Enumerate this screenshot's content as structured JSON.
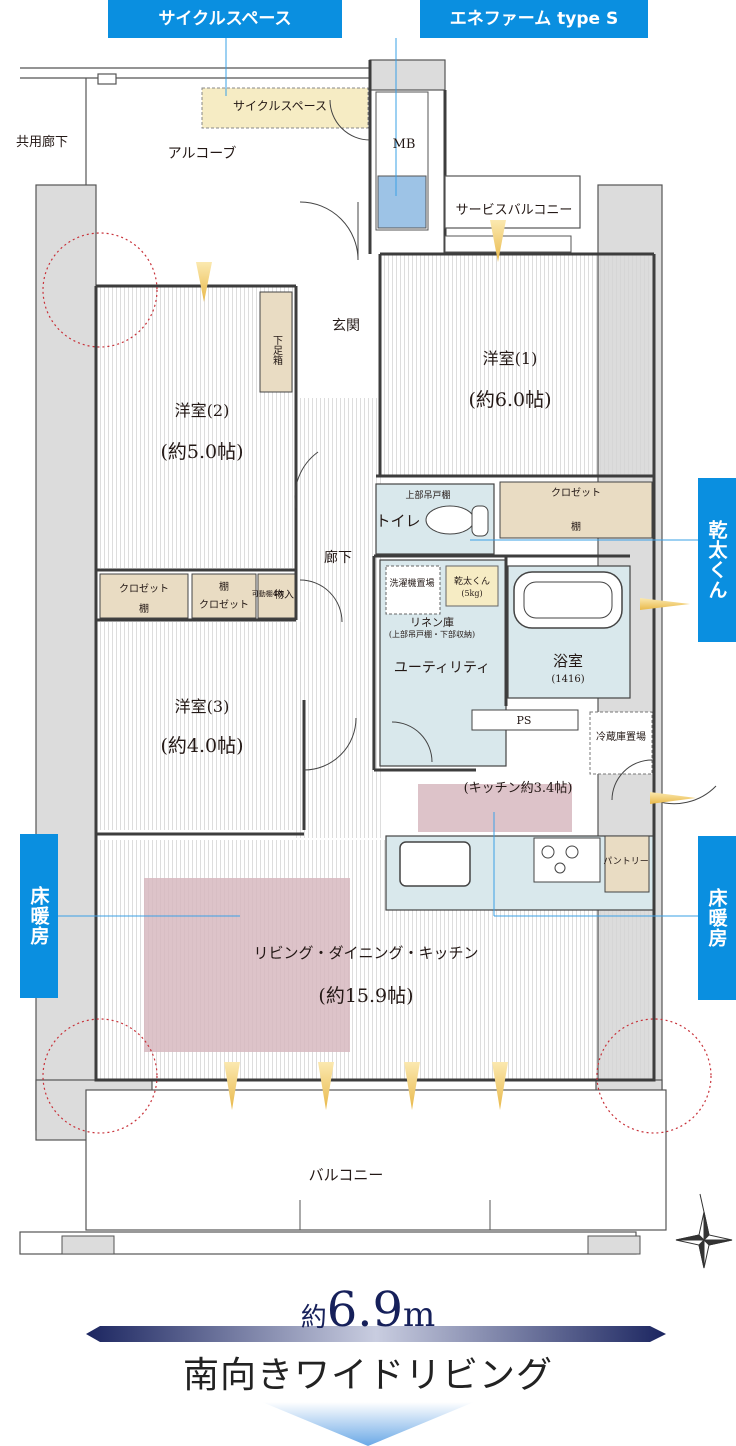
{
  "callouts": {
    "cycle_space": "サイクルスペース",
    "enefarm": "エネファーム type S",
    "kanta_kun": "乾太くん",
    "floor_heating_left": "床暖房",
    "floor_heating_right": "床暖房"
  },
  "rooms": {
    "cycle_space": "サイクルスペース",
    "common_corridor": "共用廊下",
    "alcove": "アルコーブ",
    "mb": "MB",
    "service_balcony": "サービスバルコニー",
    "entrance": "玄関",
    "shoe_box": "下足箱",
    "room1_name": "洋室(1)",
    "room1_size": "(約6.0帖)",
    "room2_name": "洋室(2)",
    "room2_size": "(約5.0帖)",
    "room3_name": "洋室(3)",
    "room3_size": "(約4.0帖)",
    "upper_cabinet": "上部吊戸棚",
    "toilet": "トイレ",
    "closet_right": "クロゼット",
    "shelf_right": "棚",
    "corridor": "廊下",
    "washer": "洗濯機置場",
    "kanta_dryer": "乾太くん",
    "kanta_capacity": "(5kg)",
    "linen": "リネン庫",
    "linen_note": "(上部吊戸棚・下部収納)",
    "utility": "ユーティリティ",
    "bath": "浴室",
    "bath_size": "(1416)",
    "ps": "PS",
    "fridge": "冷蔵庫置場",
    "closet_left": "クロゼット",
    "shelf_left": "棚",
    "shelf_mid": "棚",
    "closet_mid": "クロゼット",
    "movable_shelf": "可動棚4枚",
    "storage": "物入",
    "kitchen": "(キッチン約3.4帖)",
    "pantry": "パントリー",
    "ldk_name": "リビング・ダイニング・キッチン",
    "ldk_size": "(約15.9帖)",
    "balcony": "バルコニー"
  },
  "width": {
    "prefix": "約",
    "value": "6.9",
    "unit": "m"
  },
  "headline": "南向きワイドリビング",
  "colors": {
    "callout_blue": "#0a8fe0",
    "floor_heating": "#d7b8bf",
    "wet_area": "#d9e8ec",
    "cycle_space": "#f6ecc4",
    "storage": "#e9dcc3",
    "wall": "#5a5a5a",
    "headline_navy": "#16205a"
  }
}
